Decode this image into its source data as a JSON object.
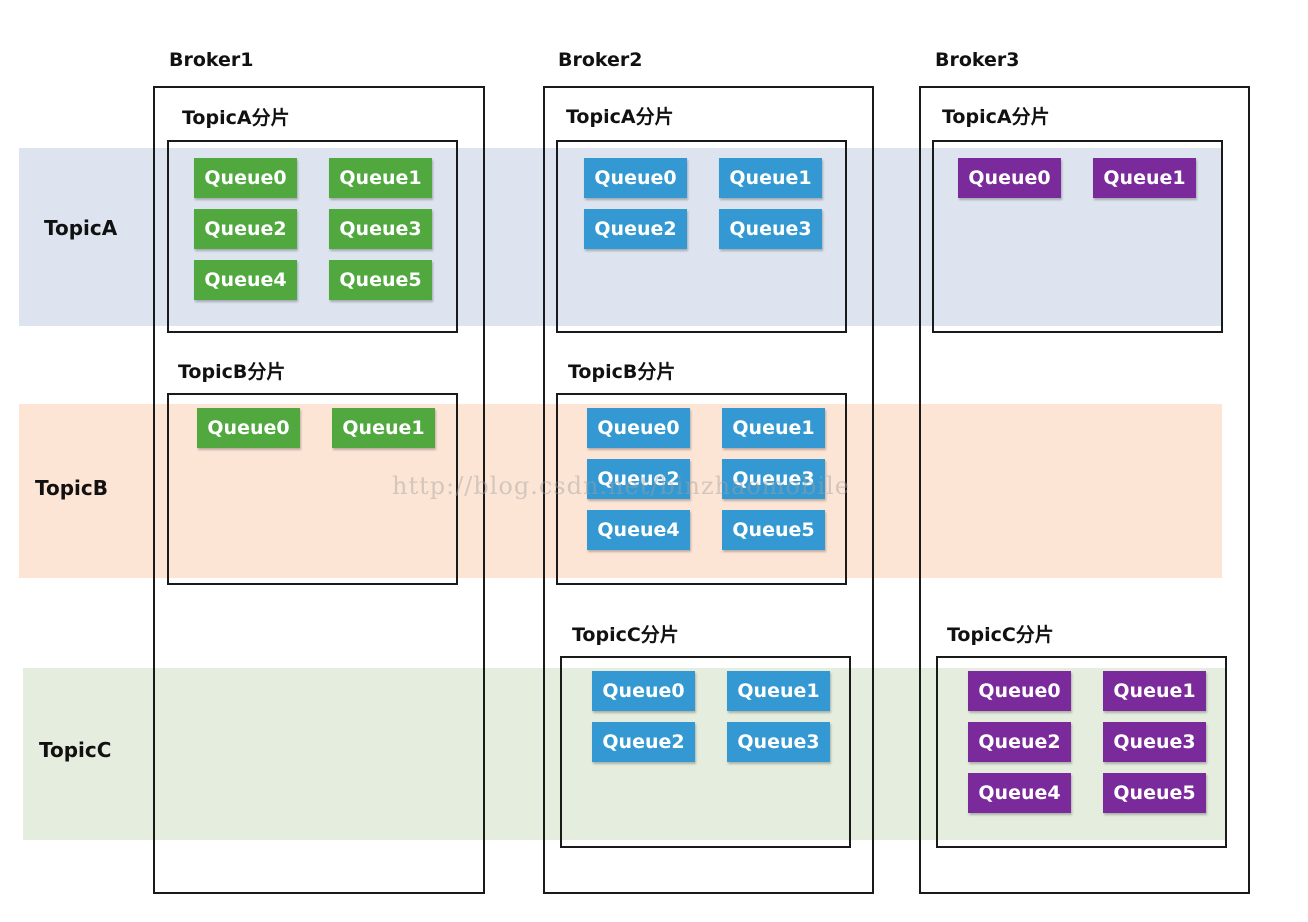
{
  "colors": {
    "green": "#51a83f",
    "blue": "#3499d2",
    "purple": "#7b2a9c"
  },
  "topics": [
    {
      "id": "a",
      "label": "TopicA"
    },
    {
      "id": "b",
      "label": "TopicB"
    },
    {
      "id": "c",
      "label": "TopicC"
    }
  ],
  "brokers": [
    {
      "label": "Broker1",
      "shards": [
        {
          "topic": "a",
          "label": "TopicA分片",
          "color": "green",
          "queues": [
            "Queue0",
            "Queue1",
            "Queue2",
            "Queue3",
            "Queue4",
            "Queue5"
          ]
        },
        {
          "topic": "b",
          "label": "TopicB分片",
          "color": "green",
          "queues": [
            "Queue0",
            "Queue1"
          ]
        }
      ]
    },
    {
      "label": "Broker2",
      "shards": [
        {
          "topic": "a",
          "label": "TopicA分片",
          "color": "blue",
          "queues": [
            "Queue0",
            "Queue1",
            "Queue2",
            "Queue3"
          ]
        },
        {
          "topic": "b",
          "label": "TopicB分片",
          "color": "blue",
          "queues": [
            "Queue0",
            "Queue1",
            "Queue2",
            "Queue3",
            "Queue4",
            "Queue5"
          ]
        },
        {
          "topic": "c",
          "label": "TopicC分片",
          "color": "blue",
          "queues": [
            "Queue0",
            "Queue1",
            "Queue2",
            "Queue3"
          ]
        }
      ]
    },
    {
      "label": "Broker3",
      "shards": [
        {
          "topic": "a",
          "label": "TopicA分片",
          "color": "purple",
          "queues": [
            "Queue0",
            "Queue1"
          ]
        },
        {
          "topic": "c",
          "label": "TopicC分片",
          "color": "purple",
          "queues": [
            "Queue0",
            "Queue1",
            "Queue2",
            "Queue3",
            "Queue4",
            "Queue5"
          ]
        }
      ]
    }
  ],
  "watermark": "http://blog.csdn.net/binzhaomobile"
}
